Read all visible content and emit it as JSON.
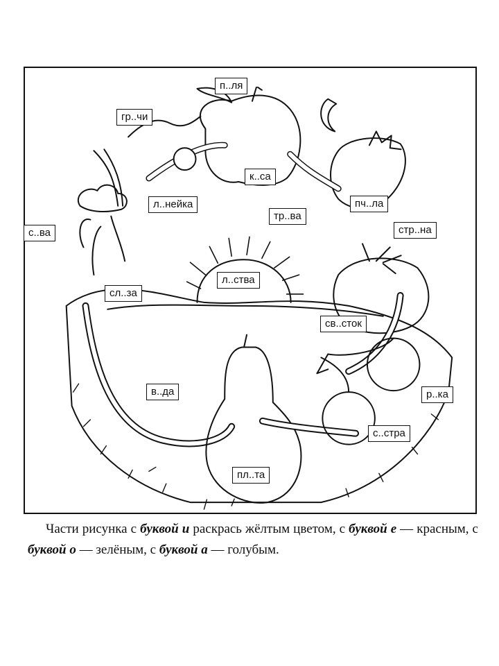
{
  "labels": [
    {
      "id": "plya",
      "text": "п..ля"
    },
    {
      "id": "grchi",
      "text": "гр..чи"
    },
    {
      "id": "ksa",
      "text": "к..са"
    },
    {
      "id": "pchla",
      "text": "пч..ла"
    },
    {
      "id": "lneyka",
      "text": "л..нейка"
    },
    {
      "id": "trva",
      "text": "тр..ва"
    },
    {
      "id": "sva",
      "text": "с..ва"
    },
    {
      "id": "strna",
      "text": "стр..на"
    },
    {
      "id": "lstva",
      "text": "л..ства"
    },
    {
      "id": "slza",
      "text": "сл..за"
    },
    {
      "id": "svstok",
      "text": "св..сток"
    },
    {
      "id": "vda",
      "text": "в..да"
    },
    {
      "id": "rka",
      "text": "р..ка"
    },
    {
      "id": "sstra",
      "text": "с..стра"
    },
    {
      "id": "plta",
      "text": "пл..та"
    }
  ],
  "caption": {
    "p1": "Части рисунка с ",
    "k1": "буквой и",
    "p2": " раскрась жёлтым цветом, с ",
    "k2": "буквой е",
    "p3": " — красным, с ",
    "k3": "буквой о",
    "p4": " — зелёным, с ",
    "k4": "буквой а",
    "p5": " — голубым."
  }
}
